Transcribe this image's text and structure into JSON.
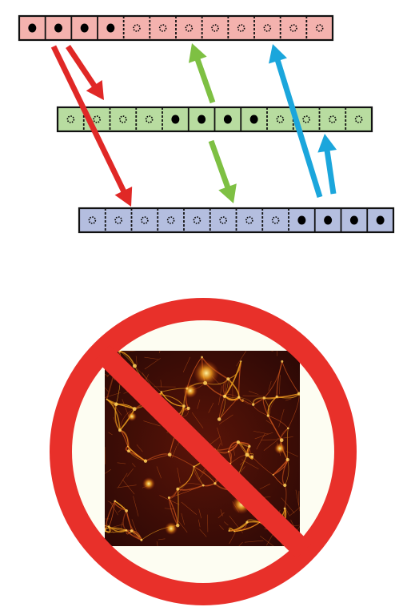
{
  "colors": {
    "red_bar": "#f4b2ae",
    "green_bar": "#b8dca0",
    "blue_bar": "#b4bedf",
    "cell_border": "#111111",
    "solid_dot": "#000000",
    "red_arrow": "#e02826",
    "green_arrow": "#7ec043",
    "blue_arrow": "#1ba6dc",
    "prohibition_ring": "#e8302a",
    "prohibition_fill": "#fdfdf2",
    "map_dark": "#2a0805",
    "map_filament": "#f0a21e"
  },
  "rows": [
    {
      "id": "red-row",
      "color_key": "red_bar",
      "cells": [
        "solid",
        "solid",
        "solid",
        "solid",
        "open",
        "open",
        "open",
        "open",
        "open",
        "open",
        "open",
        "open"
      ]
    },
    {
      "id": "green-row",
      "color_key": "green_bar",
      "cells": [
        "open",
        "open",
        "open",
        "open",
        "solid",
        "solid",
        "solid",
        "solid",
        "open",
        "open",
        "open",
        "open"
      ]
    },
    {
      "id": "blue-row",
      "color_key": "blue_bar",
      "cells": [
        "open",
        "open",
        "open",
        "open",
        "open",
        "open",
        "open",
        "open",
        "solid",
        "solid",
        "solid",
        "solid"
      ]
    }
  ],
  "arrows": [
    {
      "id": "red-arrow-short",
      "color_key": "red_arrow",
      "from": "red-row",
      "to": "green-row"
    },
    {
      "id": "red-arrow-long",
      "color_key": "red_arrow",
      "from": "red-row",
      "to": "blue-row"
    },
    {
      "id": "green-arrow-up",
      "color_key": "green_arrow",
      "from": "green-row",
      "to": "red-row"
    },
    {
      "id": "green-arrow-down",
      "color_key": "green_arrow",
      "from": "green-row",
      "to": "blue-row"
    },
    {
      "id": "blue-arrow-long",
      "color_key": "blue_arrow",
      "from": "blue-row",
      "to": "red-row"
    },
    {
      "id": "blue-arrow-short",
      "color_key": "blue_arrow",
      "from": "blue-row",
      "to": "green-row"
    }
  ],
  "prohibition": {
    "symbol": "no-sign",
    "image": "cosmic-web-density-map"
  }
}
